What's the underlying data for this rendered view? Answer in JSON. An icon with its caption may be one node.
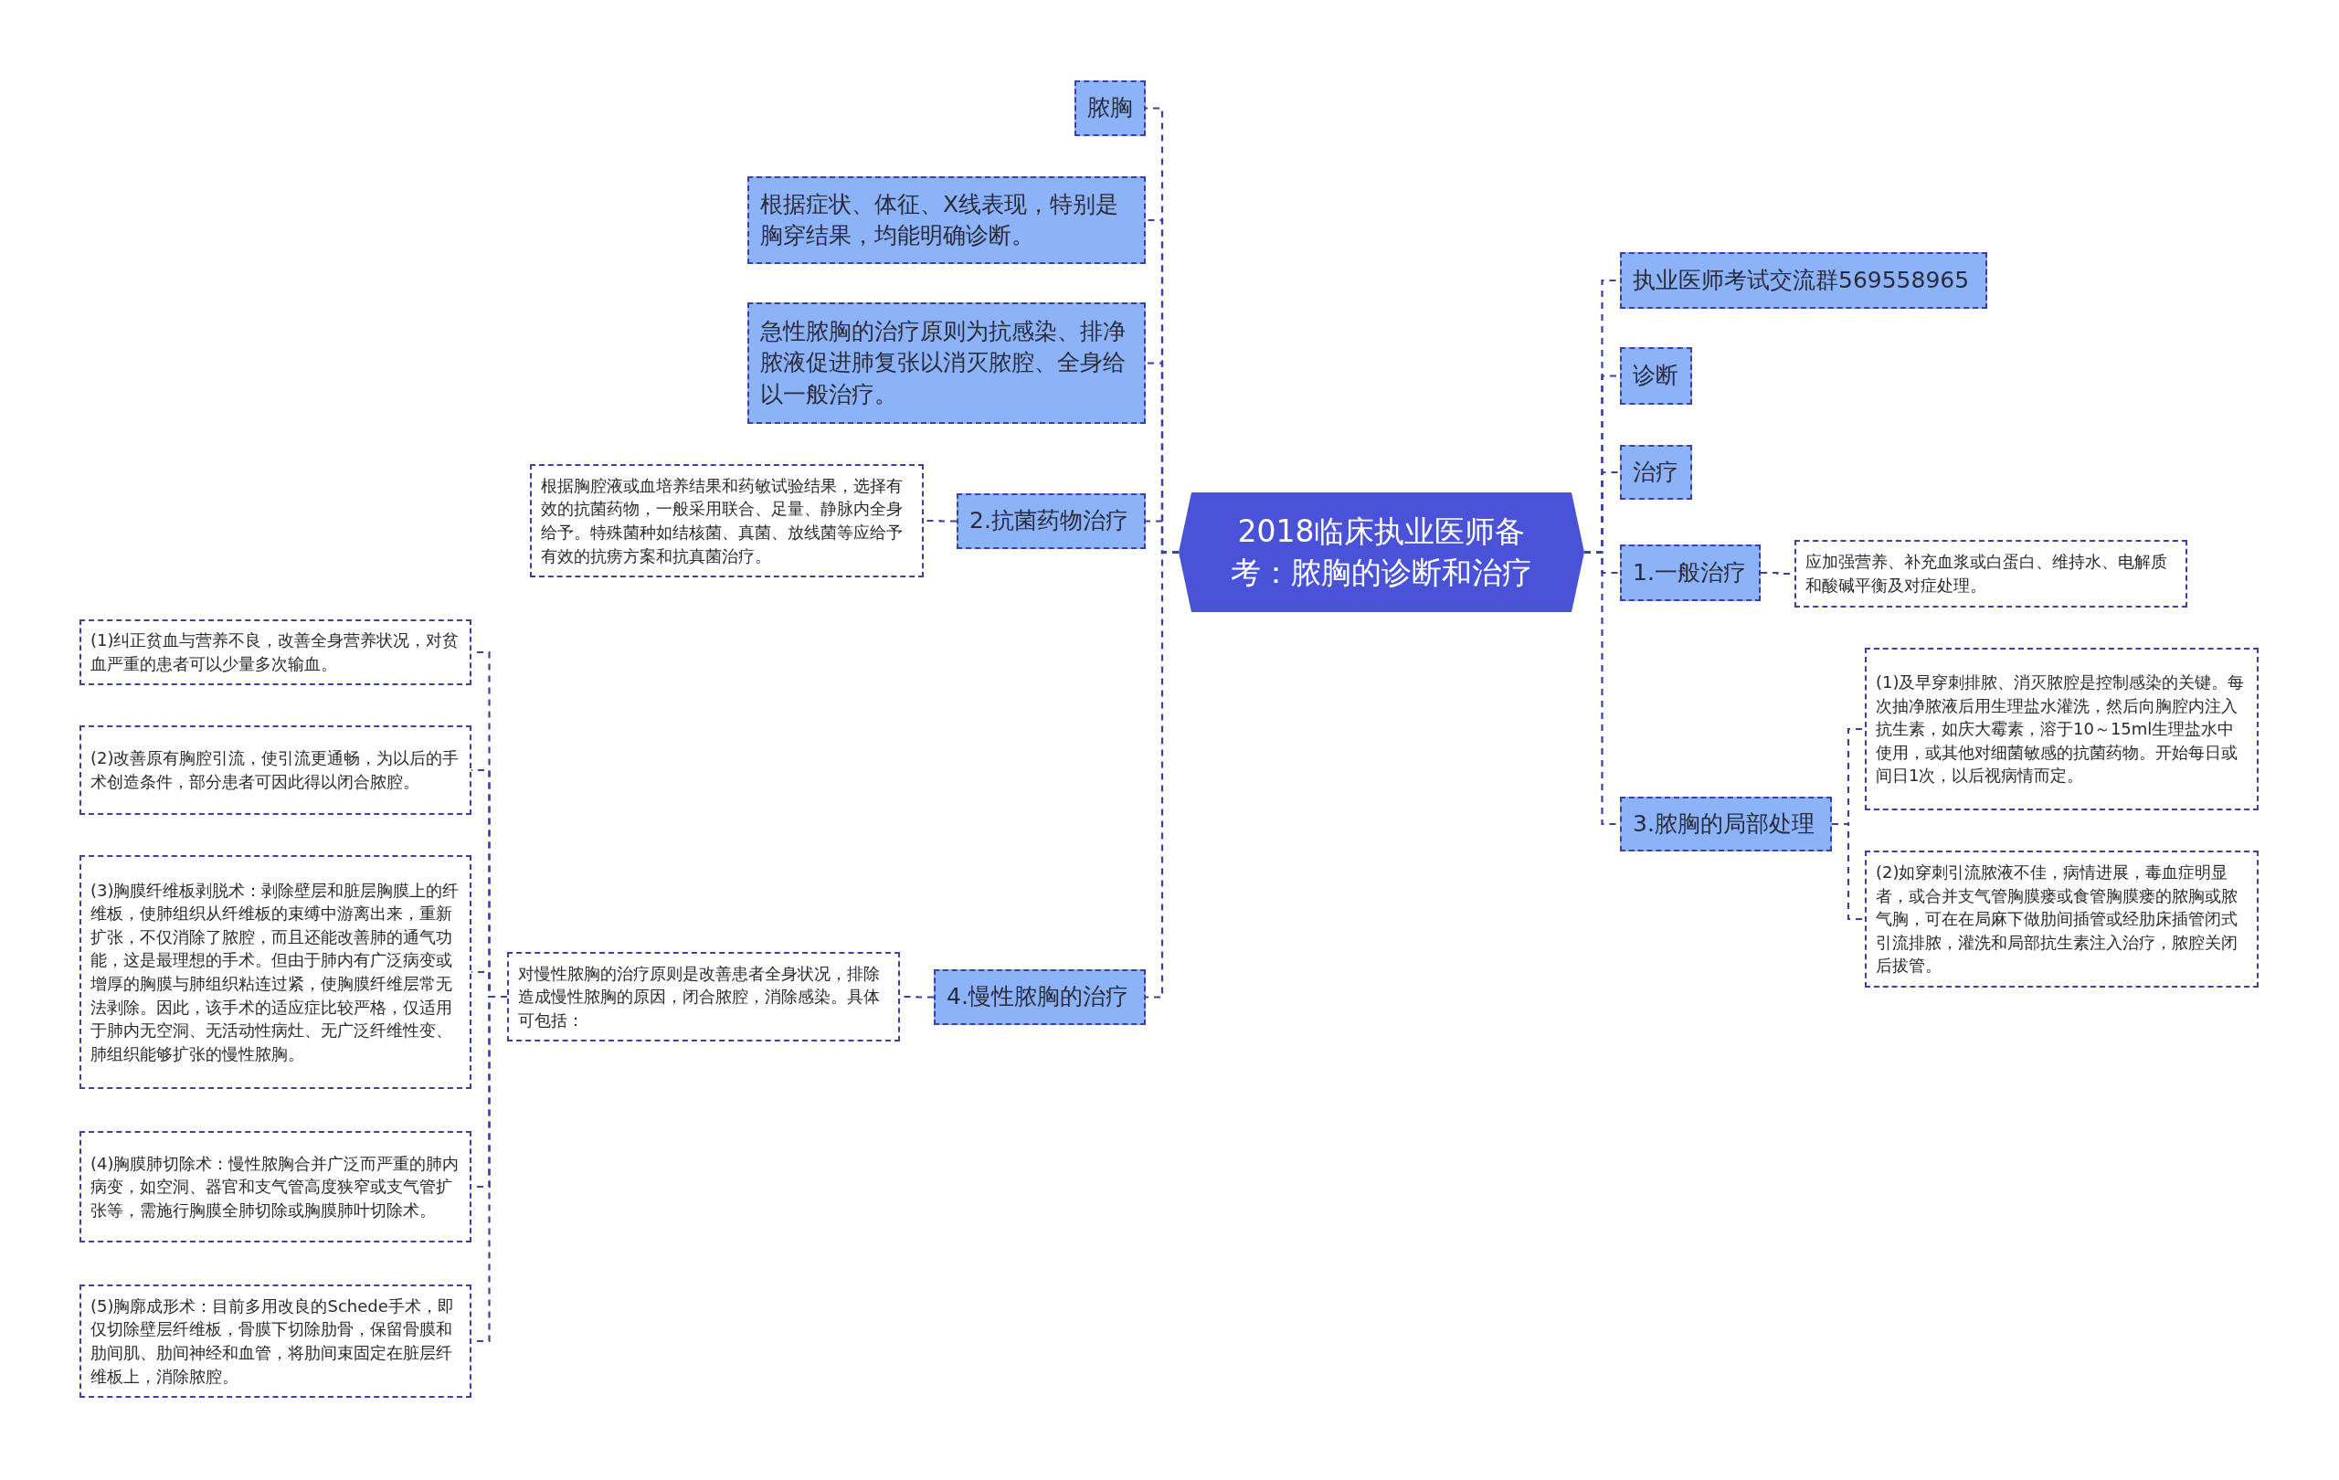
{
  "diagram": {
    "nodes": [
      {
        "text": [
          "2018临床执业医师备考：脓胸的诊断和治疗"
        ]
      },
      {
        "text": [
          "脓胸"
        ]
      },
      {
        "text": [
          "根据症状、体征、X线表现，特别是胸穿结果，均能明确诊断。"
        ]
      },
      {
        "text": [
          "急性脓胸的治疗原则为抗感染、排净脓液促进肺复张以消灭脓腔、全身给以一般治疗。"
        ]
      },
      {
        "text": [
          "2.抗菌药物治疗"
        ]
      },
      {
        "text": [
          "根据胸腔液或血培养结果和药敏试验结果，选择有效的抗菌药物，一般采用联合、足量、静脉内全身给予。特殊菌种如结核菌、真菌、放线菌等应给予有效的抗痨方案和抗真菌治疗。"
        ]
      },
      {
        "text": [
          "4.慢性脓胸的治疗"
        ]
      },
      {
        "text": [
          "对慢性脓胸的治疗原则是改善患者全身状况，排除造成慢性脓胸的原因，闭合脓腔，消除感染。具体可包括："
        ]
      },
      {
        "text": [
          "(1)纠正贫血与营养不良，改善全身营养状况，对贫血严重的患者可以少量多次输血。"
        ]
      },
      {
        "text": [
          "(2)改善原有胸腔引流，使引流更通畅，为以后的手术创造条件，部分患者可因此得以闭合脓腔。"
        ]
      },
      {
        "text": [
          "(3)胸膜纤维板剥脱术：剥除壁层和脏层胸膜上的纤维板，使肺组织从纤维板的束缚中游离出来，重新扩张，不仅消除了脓腔，而且还能改善肺的通气功能，这是最理想的手术。但由于肺内有广泛病变或增厚的胸膜与肺组织粘连过紧，使胸膜纤维层常无法剥除。因此，该手术的适应症比较严格，仅适用于肺内无空洞、无活动性病灶、无广泛纤维性变、肺组织能够扩张的慢性脓胸。"
        ]
      },
      {
        "text": [
          "(4)胸膜肺切除术：慢性脓胸合并广泛而严重的肺内病变，如空洞、器官和支气管高度狭窄或支气管扩张等，需施行胸膜全肺切除或胸膜肺叶切除术。"
        ]
      },
      {
        "text": [
          "(5)胸廓成形术：目前多用改良的Schede手术，即仅切除壁层纤维板，骨膜下切除肋骨，保留骨膜和肋间肌、肋间神经和血管，将肋间束固定在脏层纤维板上，消除脓腔。"
        ]
      },
      {
        "text": [
          "执业医师考试交流群569558965"
        ]
      },
      {
        "text": [
          "诊断"
        ]
      },
      {
        "text": [
          "治疗"
        ]
      },
      {
        "text": [
          "1.一般治疗"
        ]
      },
      {
        "text": [
          "应加强营养、补充血浆或白蛋白、维持水、电解质和酸碱平衡及对症处理。"
        ]
      },
      {
        "text": [
          "3.脓胸的局部处理"
        ]
      },
      {
        "text": [
          "(1)及早穿刺排脓、消灭脓腔是控制感染的关键。每次抽净脓液后用生理盐水灌洗，然后向胸腔内注入抗生素，如庆大霉素，溶于10～15ml生理盐水中使用，或其他对细菌敏感的抗菌药物。开始每日或间日1次，以后视病情而定。"
        ]
      },
      {
        "text": [
          "(2)如穿刺引流脓液不佳，病情进展，毒血症明显者，或合并支气管胸膜瘘或食管胸膜瘘的脓胸或脓气胸，可在在局麻下做肋间插管或经肋床插管闭式引流排脓，灌洗和局部抗生素注入治疗，脓腔关闭后拔管。"
        ]
      }
    ],
    "edges": [
      {
        "from": 0,
        "to": 1,
        "arrow": "none"
      },
      {
        "from": 0,
        "to": 2,
        "arrow": "none"
      },
      {
        "from": 0,
        "to": 3,
        "arrow": "none"
      },
      {
        "from": 0,
        "to": 4,
        "arrow": "none"
      },
      {
        "from": 0,
        "to": 6,
        "arrow": "none"
      },
      {
        "from": 4,
        "to": 5,
        "arrow": "none"
      },
      {
        "from": 6,
        "to": 7,
        "arrow": "none"
      },
      {
        "from": 7,
        "to": 8,
        "arrow": "none"
      },
      {
        "from": 7,
        "to": 9,
        "arrow": "none"
      },
      {
        "from": 7,
        "to": 10,
        "arrow": "none"
      },
      {
        "from": 7,
        "to": 11,
        "arrow": "none"
      },
      {
        "from": 7,
        "to": 12,
        "arrow": "none"
      },
      {
        "from": 0,
        "to": 13,
        "arrow": "none"
      },
      {
        "from": 0,
        "to": 14,
        "arrow": "none"
      },
      {
        "from": 0,
        "to": 15,
        "arrow": "none"
      },
      {
        "from": 0,
        "to": 16,
        "arrow": "none"
      },
      {
        "from": 0,
        "to": 18,
        "arrow": "none"
      },
      {
        "from": 16,
        "to": 17,
        "arrow": "none"
      },
      {
        "from": 18,
        "to": 19,
        "arrow": "none"
      },
      {
        "from": 18,
        "to": 20,
        "arrow": "none"
      }
    ]
  }
}
